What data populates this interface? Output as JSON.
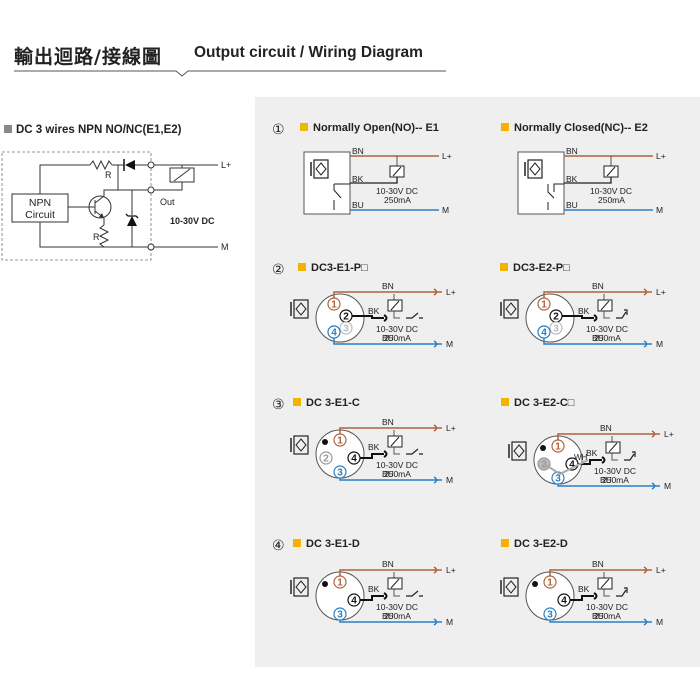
{
  "header": {
    "title_zh": "輸出迴路/接線圖",
    "title_en": "Output circuit / Wiring Diagram"
  },
  "left": {
    "title": "DC 3 wires NPN NO/NC(E1,E2)",
    "circuit_label_line1": "NPN",
    "circuit_label_line2": "Circuit",
    "r_label_top": "R",
    "r_label_side": "R",
    "out_label": "Out",
    "voltage": "10-30V DC",
    "l_plus": "L+",
    "m": "M"
  },
  "common": {
    "bn": "BN",
    "bk": "BK",
    "bu": "BU",
    "wh": "WH",
    "voltage": "10-30V DC",
    "current": "250mA",
    "l_plus": "L+",
    "m": "M",
    "pin1": "1",
    "pin2": "2",
    "pin3": "3",
    "pin4": "4"
  },
  "groups": [
    {
      "num": "①",
      "left": "Normally Open(NO)-- E1",
      "right": "Normally Closed(NC)-- E2"
    },
    {
      "num": "②",
      "left": "DC3-E1-P□",
      "right": "DC3-E2-P□"
    },
    {
      "num": "③",
      "left": "DC 3-E1-C",
      "right": "DC 3-E2-C□"
    },
    {
      "num": "④",
      "left": "DC 3-E1-D",
      "right": "DC 3-E2-D"
    }
  ],
  "colors": {
    "bn": "#b0613e",
    "bu": "#2a7fc4",
    "bk": "#111111",
    "square": "#f2b400",
    "gray_square": "#8a8a8a",
    "panel": "#efefef"
  }
}
